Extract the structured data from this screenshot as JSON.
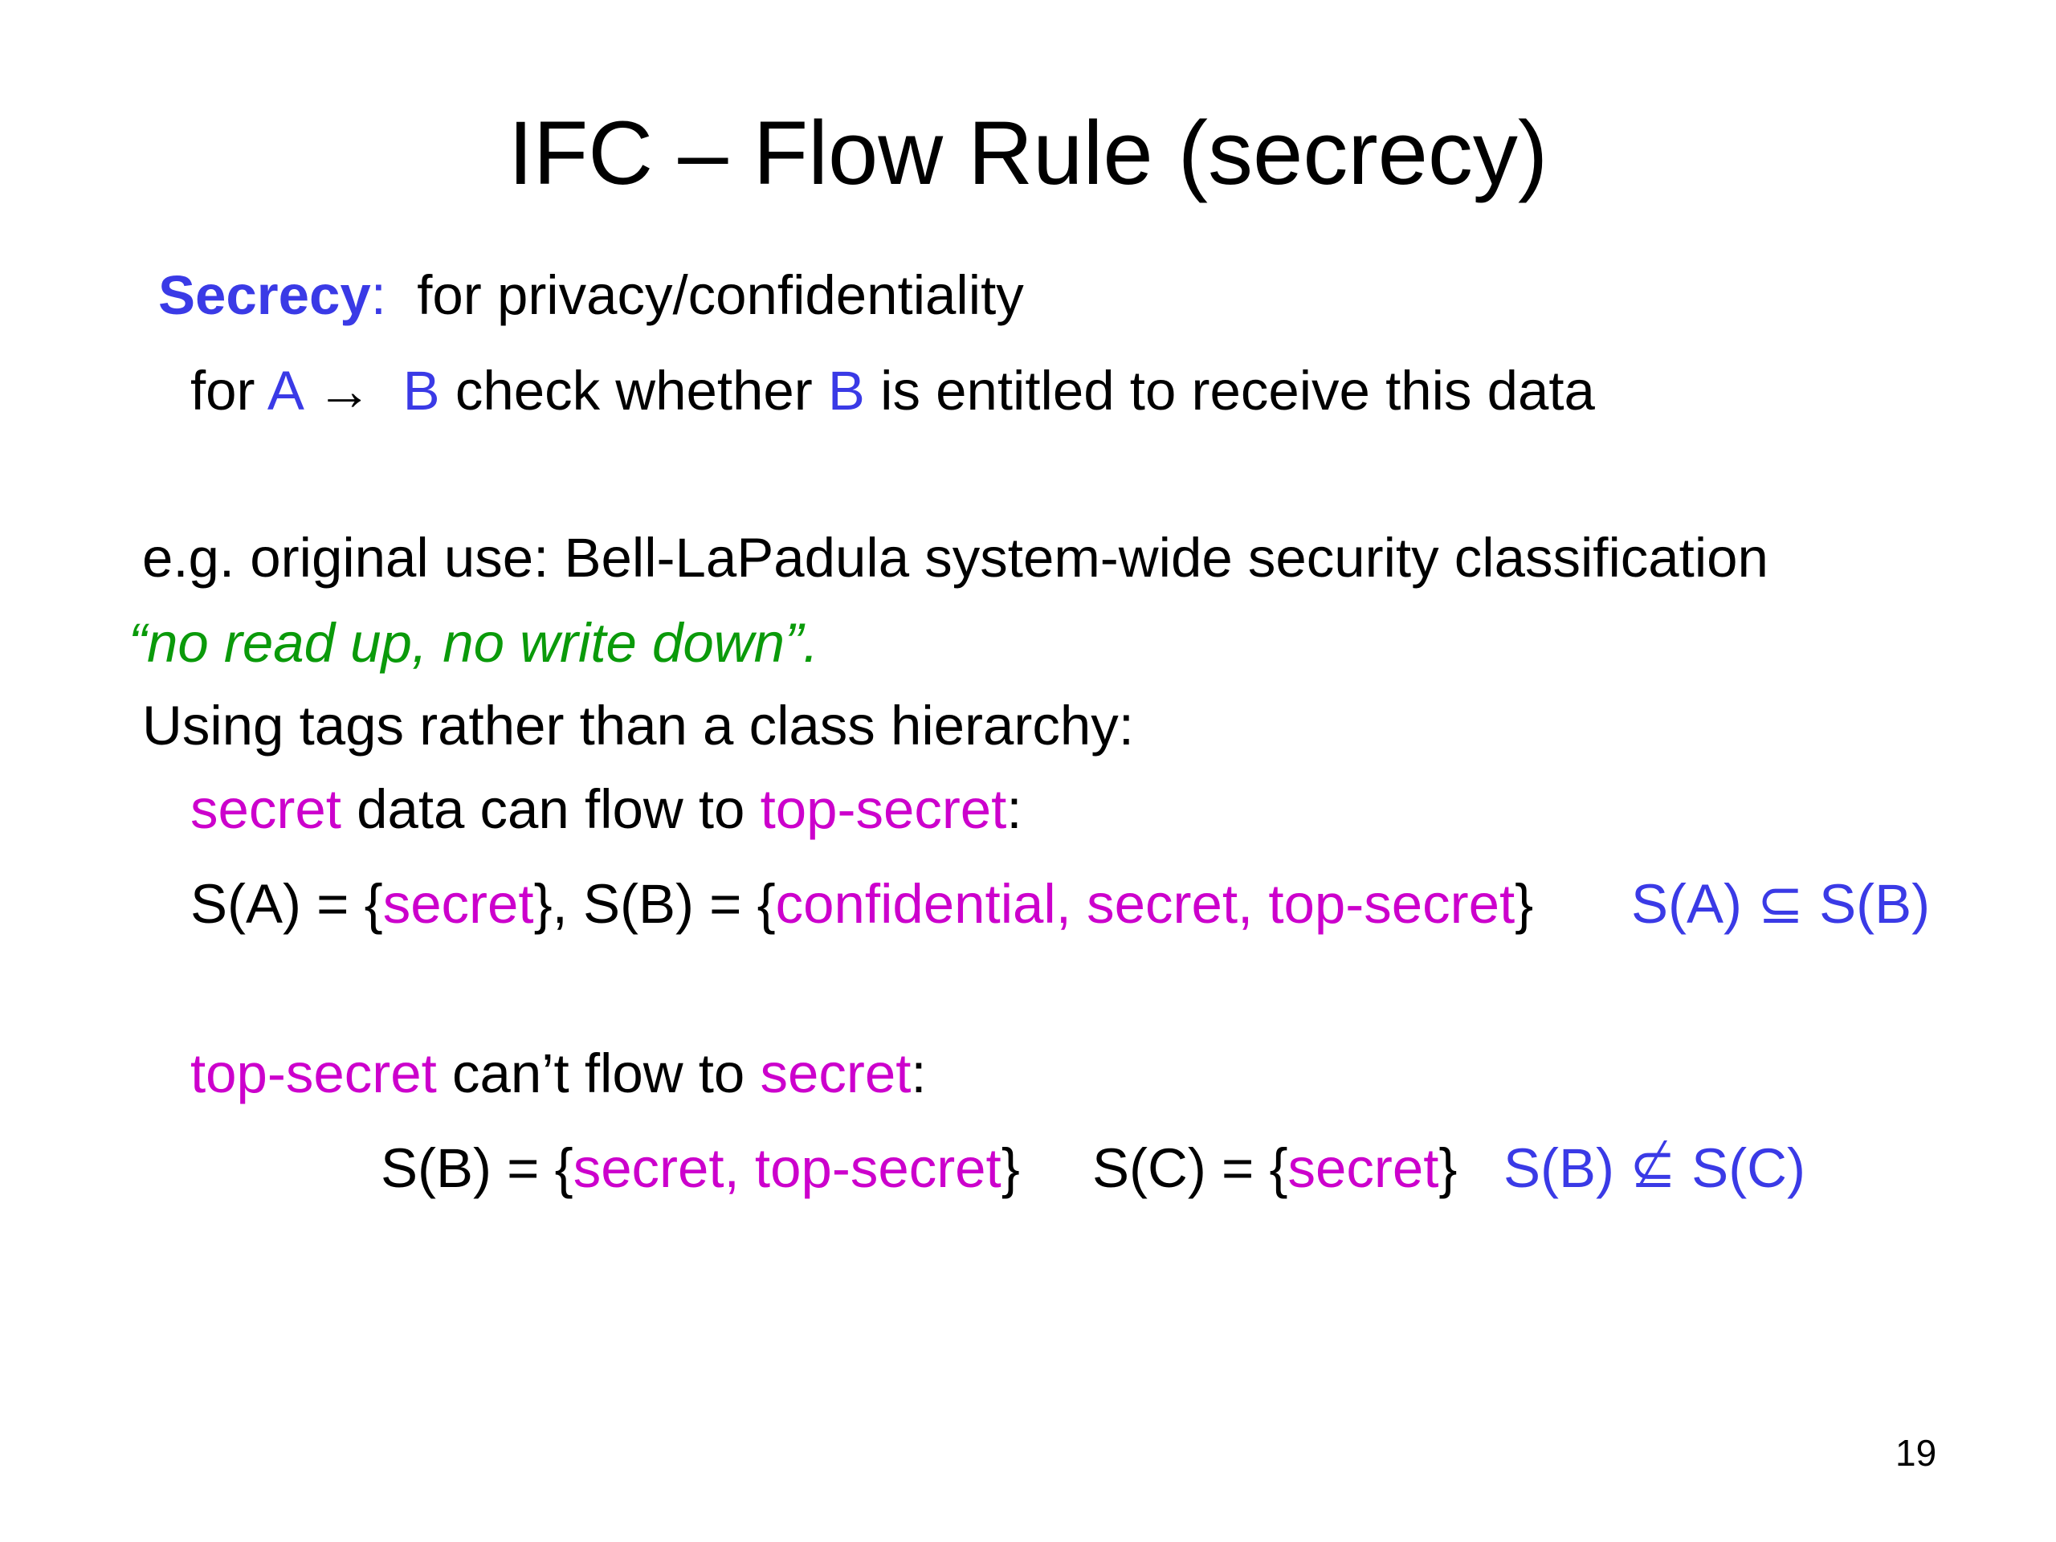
{
  "title": "IFC – Flow Rule (secrecy)",
  "secrecy_line": {
    "term": "Secrecy",
    "colon": ":",
    "description": "  for privacy/confidentiality"
  },
  "check_line": {
    "prefix": "for ",
    "a": "A",
    "arrow": " →  ",
    "b": "B",
    "middle": " check whether ",
    "b2": "B",
    "suffix": " is entitled to receive this data"
  },
  "eg_line": "e.g. original use: Bell-LaPadula system-wide security classification",
  "quote_line": "“no read up, no write down”.",
  "tags_line": "Using tags rather than a class hierarchy:",
  "flow1_line": {
    "tag1": "secret",
    "middle": " data can flow to ",
    "tag2": "top-secret",
    "suffix": ":"
  },
  "sets1_line": {
    "sa_open": "S(A) = {",
    "sa_tag": "secret",
    "sb_open": "}, S(B) = {",
    "sb_tags": "confidential, secret, top-secret",
    "sb_close": "}",
    "relation": "S(A) ⊆ S(B)"
  },
  "flow2_line": {
    "tag1": "top-secret",
    "middle": " can’t flow to ",
    "tag2": "secret",
    "suffix": ":"
  },
  "sets2_line": {
    "sb_open": "S(B) = {",
    "sb_tags": "secret, top-secret",
    "sb_close": "}",
    "sc_open": "S(C) = {",
    "sc_tag": "secret",
    "sc_close": "}",
    "rel_left": "S(B) ",
    "rel_symbol": "⊆",
    "rel_right": " S(C)"
  },
  "page_number": "19",
  "colors": {
    "blue": "#3a3ae6",
    "magenta": "#cc00cc",
    "green": "#0a9a0a",
    "text": "#000000"
  }
}
